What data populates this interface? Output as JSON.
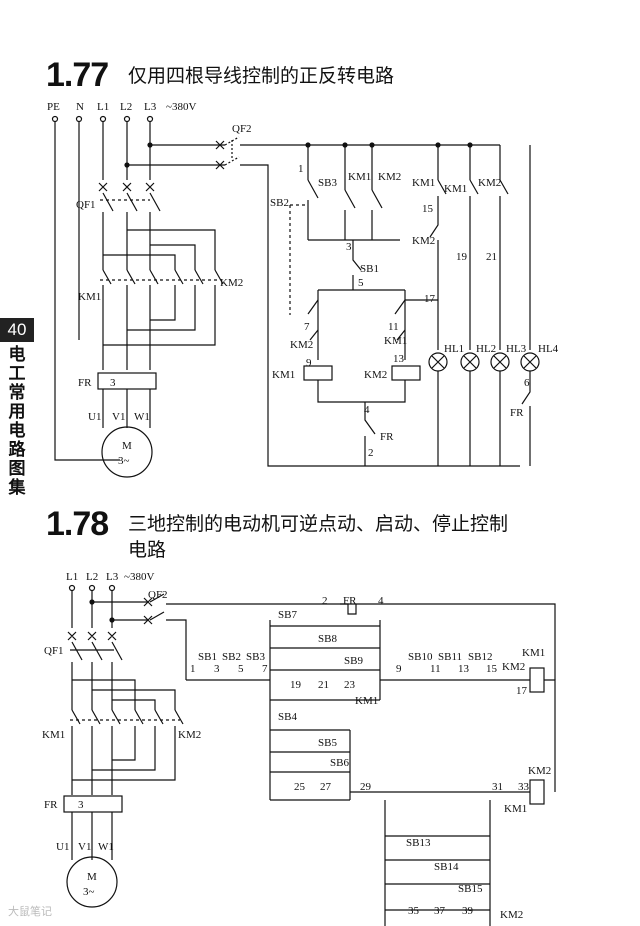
{
  "section_1": {
    "number": "1.77",
    "title": "仅用四根导线控制的正反转电路"
  },
  "section_2": {
    "number": "1.78",
    "title_line1": "三地控制的电动机可逆点动、启动、停止控制",
    "title_line2": "电路"
  },
  "side_tab": {
    "page_number": "40",
    "book_title": "电工常用电路图集"
  },
  "watermark": "大鼠笔记",
  "diagram_1": {
    "supply": [
      "PE",
      "N",
      "L1",
      "L2",
      "L3"
    ],
    "voltage": "~380V",
    "breaker_main": "QF1",
    "breaker_ctrl": "QF2",
    "contactors": [
      "KM1",
      "KM2"
    ],
    "overload": "FR",
    "overload_value": "3",
    "motor_terms": [
      "U1",
      "V1",
      "W1"
    ],
    "motor_label": "M",
    "motor_phase": "3~",
    "buttons": [
      "SB1",
      "SB2",
      "SB3"
    ],
    "lamps": [
      "HL1",
      "HL2",
      "HL3",
      "HL4"
    ],
    "wire_numbers": [
      "1",
      "3",
      "5",
      "7",
      "9",
      "11",
      "13",
      "15",
      "17",
      "19",
      "21",
      "2",
      "4",
      "6"
    ]
  },
  "diagram_2": {
    "supply": [
      "L1",
      "L2",
      "L3"
    ],
    "voltage": "~380V",
    "breaker_main": "QF1",
    "breaker_ctrl": "QF2",
    "contactors": [
      "KM1",
      "KM2"
    ],
    "overload": "FR",
    "overload_value": "3",
    "motor_terms": [
      "U1",
      "V1",
      "W1"
    ],
    "motor_label": "M",
    "motor_phase": "3~",
    "buttons": [
      "SB1",
      "SB2",
      "SB3",
      "SB4",
      "SB5",
      "SB6",
      "SB7",
      "SB8",
      "SB9",
      "SB10",
      "SB11",
      "SB12",
      "SB13",
      "SB14",
      "SB15"
    ],
    "wire_numbers": [
      "1",
      "2",
      "3",
      "4",
      "5",
      "7",
      "9",
      "11",
      "13",
      "15",
      "17",
      "19",
      "21",
      "23",
      "25",
      "27",
      "29",
      "31",
      "33",
      "35",
      "37",
      "39"
    ]
  }
}
